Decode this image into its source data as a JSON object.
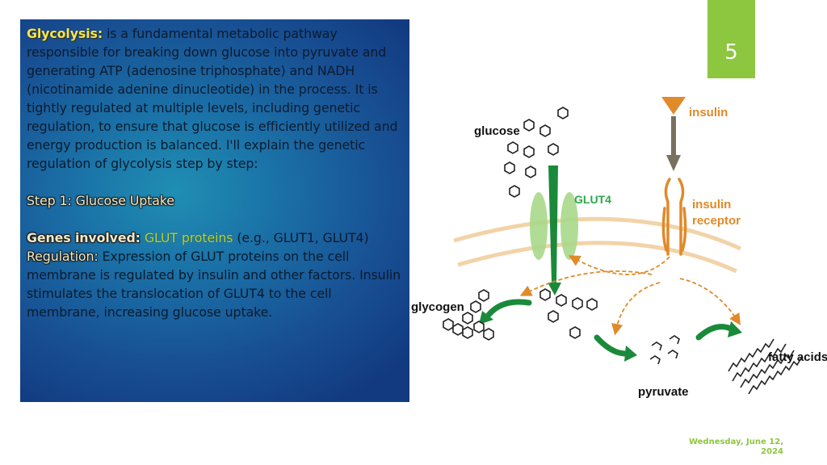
{
  "slide": {
    "paragraph1_term": "Glycolysis:",
    "paragraph1_body": " is a fundamental metabolic pathway responsible for breaking down glucose into pyruvate and generating ATP (adenosine triphosphate) and NADH (nicotinamide adenine dinucleotide) in the process. It is tightly regulated at multiple levels, including genetic regulation, to ensure that glucose is efficiently utilized and energy production is balanced. I'll explain the genetic regulation of glycolysis step by step:",
    "step_title": "Step 1: Glucose Uptake",
    "genes_term": "Genes involved:",
    "genes_highlight": "GLUT proteins",
    "genes_rest": " (e.g., GLUT1, GLUT4)",
    "regulation_term": "Regulation:",
    "regulation_body": " Expression of GLUT proteins on the cell membrane is regulated by insulin and other factors. Insulin stimulates the translocation of GLUT4 to the cell membrane, increasing glucose uptake.",
    "page_number": "5",
    "date": "Wednesday, June 12, 2024"
  },
  "diagram": {
    "labels": {
      "glucose": "glucose",
      "insulin": "insulin",
      "glut4": "GLUT4",
      "insulin_receptor_1": "insulin",
      "insulin_receptor_2": "receptor",
      "glycogen": "glycogen",
      "fatty_acids": "fatty acids",
      "pyruvate": "pyruvate"
    },
    "colors": {
      "green": "#1a8a3a",
      "light_green": "#a8d88a",
      "orange": "#e08a2a",
      "membrane": "#f2d3a8",
      "insulin_label": "#e08a2a",
      "glut4_label": "#2aa84a"
    }
  }
}
